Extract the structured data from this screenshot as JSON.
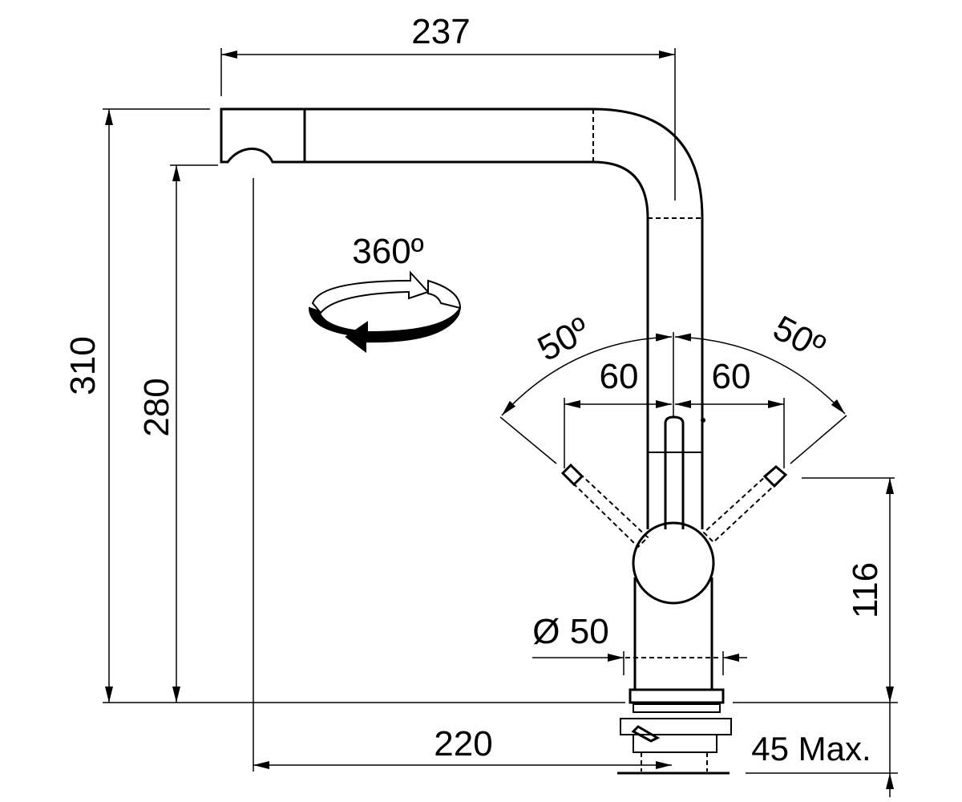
{
  "dimensions": {
    "spout_reach_top": "237",
    "total_height": "310",
    "spout_height": "280",
    "rotation": "360º",
    "lever_angle_left": "50º",
    "lever_angle_right": "50º",
    "lever_reach_left": "60",
    "lever_reach_right": "60",
    "lever_height": "116",
    "base_diameter": "Ø 50",
    "spout_reach_bottom": "220",
    "deck_thickness": "45 Max."
  },
  "colors": {
    "ink": "#000000",
    "paper": "#ffffff"
  }
}
